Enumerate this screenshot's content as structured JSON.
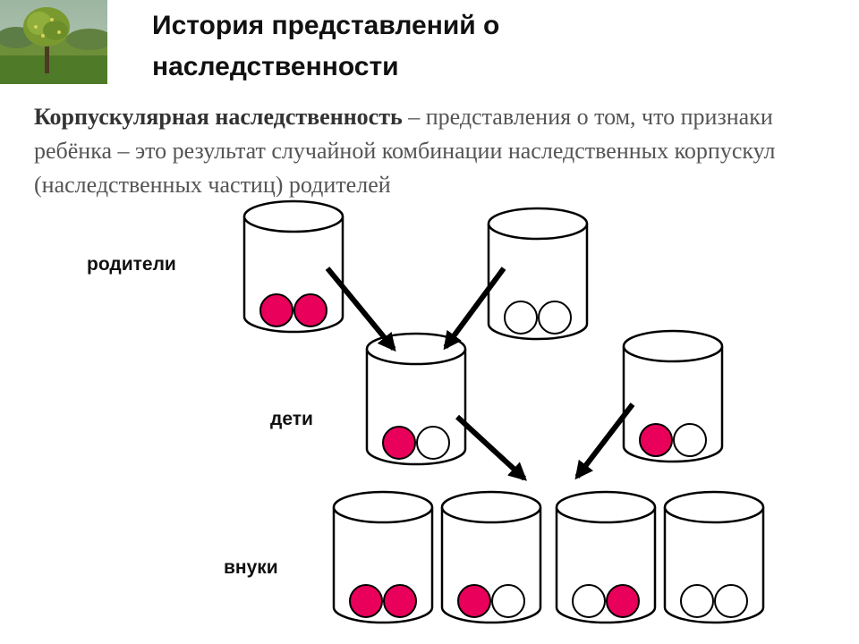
{
  "slide": {
    "title_line1": "История представлений о",
    "title_line2": "наследственности",
    "term": "Корпускулярная наследственность",
    "definition": " – представления о том, что признаки ребёнка – это результат случайной комбинации наследственных корпускул (наследственных частиц) родителей"
  },
  "labels": {
    "parents": "родители",
    "children": "дети",
    "grandchildren": "внуки"
  },
  "colors": {
    "particle_filled": "#E8005A",
    "particle_empty": "#FFFFFF",
    "outline": "#000000"
  },
  "thumbnail": {
    "icon": "tree-photo-icon"
  },
  "diagram": {
    "generations": [
      {
        "name": "parents",
        "vessels": [
          [
            "filled",
            "filled"
          ],
          [
            "empty",
            "empty"
          ]
        ]
      },
      {
        "name": "children",
        "vessels": [
          [
            "filled",
            "empty"
          ],
          [
            "filled",
            "empty"
          ]
        ]
      },
      {
        "name": "grandchildren",
        "vessels": [
          [
            "filled",
            "filled"
          ],
          [
            "filled",
            "empty"
          ],
          [
            "empty",
            "filled"
          ],
          [
            "empty",
            "empty"
          ]
        ]
      }
    ]
  }
}
